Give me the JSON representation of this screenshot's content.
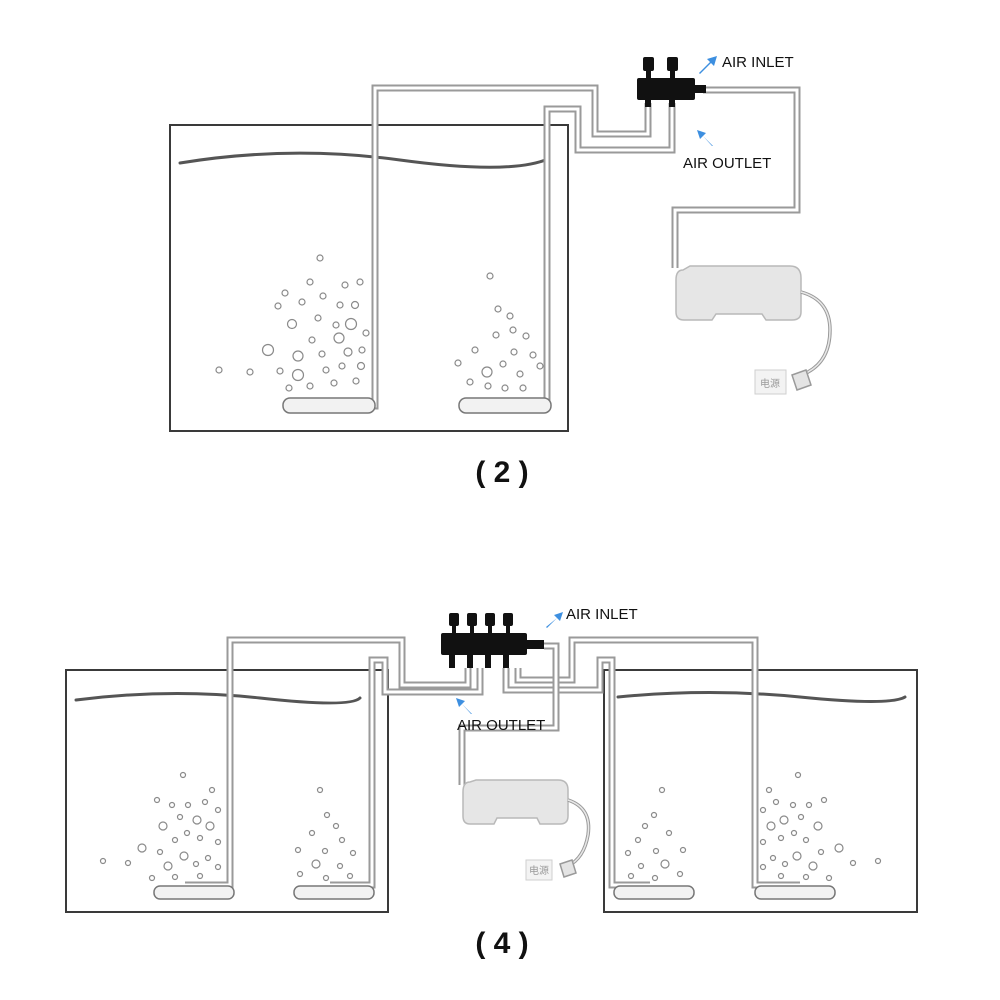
{
  "diagram1": {
    "label_air_inlet": "AIR INLET",
    "label_air_outlet": "AIR OUTLET",
    "caption": "( 2 )",
    "power_label": "电源"
  },
  "diagram2": {
    "label_air_inlet": "AIR INLET",
    "label_air_outlet": "AIR OUTLET",
    "caption": "( 4 )",
    "power_label": "电源"
  },
  "colors": {
    "arrow": "#3d8fe0",
    "valve": "#111111",
    "tube": "#9a9a9a",
    "pump": "#e6e6e6"
  }
}
